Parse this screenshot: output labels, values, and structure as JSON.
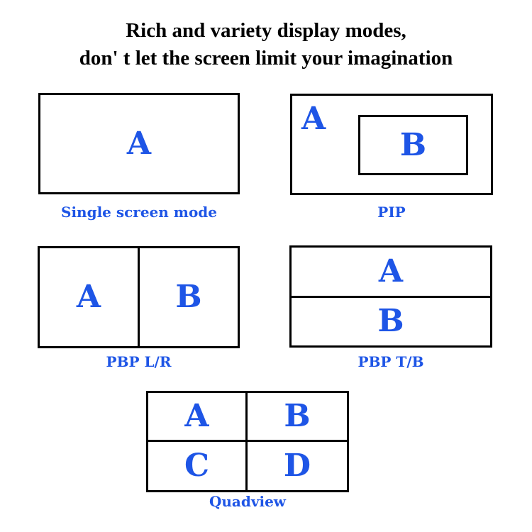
{
  "colors": {
    "accent": "#1e55e6",
    "line": "#000000",
    "background": "#ffffff"
  },
  "title": {
    "line1": "Rich and variety display modes,",
    "line2": "don' t let the screen limit your imagination"
  },
  "modes": {
    "single": {
      "label": "Single screen mode",
      "region_a": "A"
    },
    "pip": {
      "label": "PIP",
      "region_a": "A",
      "region_b": "B"
    },
    "pbp_lr": {
      "label": "PBP L/R",
      "region_a": "A",
      "region_b": "B"
    },
    "pbp_tb": {
      "label": "PBP T/B",
      "region_a": "A",
      "region_b": "B"
    },
    "quadview": {
      "label": "Quadview",
      "region_a": "A",
      "region_b": "B",
      "region_c": "C",
      "region_d": "D"
    }
  }
}
